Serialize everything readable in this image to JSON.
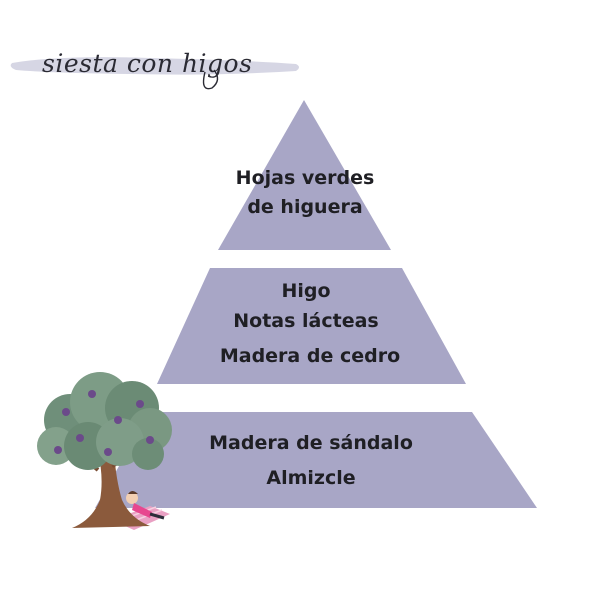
{
  "title": "siesta con higos",
  "colors": {
    "tier_fill": "#a8a6c6",
    "brush_stroke": "#cfcfdf",
    "text": "#1f1f24"
  },
  "pyramid": {
    "tiers": [
      {
        "name": "top",
        "lines": [
          "Hojas verdes",
          "de higuera"
        ]
      },
      {
        "name": "middle",
        "lines": [
          "Higo",
          "Notas lácteas",
          "Madera de cedro"
        ]
      },
      {
        "name": "base",
        "lines": [
          "Madera de sándalo",
          "Almizcle"
        ]
      }
    ]
  },
  "illustration": {
    "icon": "fig-tree-with-person-icon"
  }
}
